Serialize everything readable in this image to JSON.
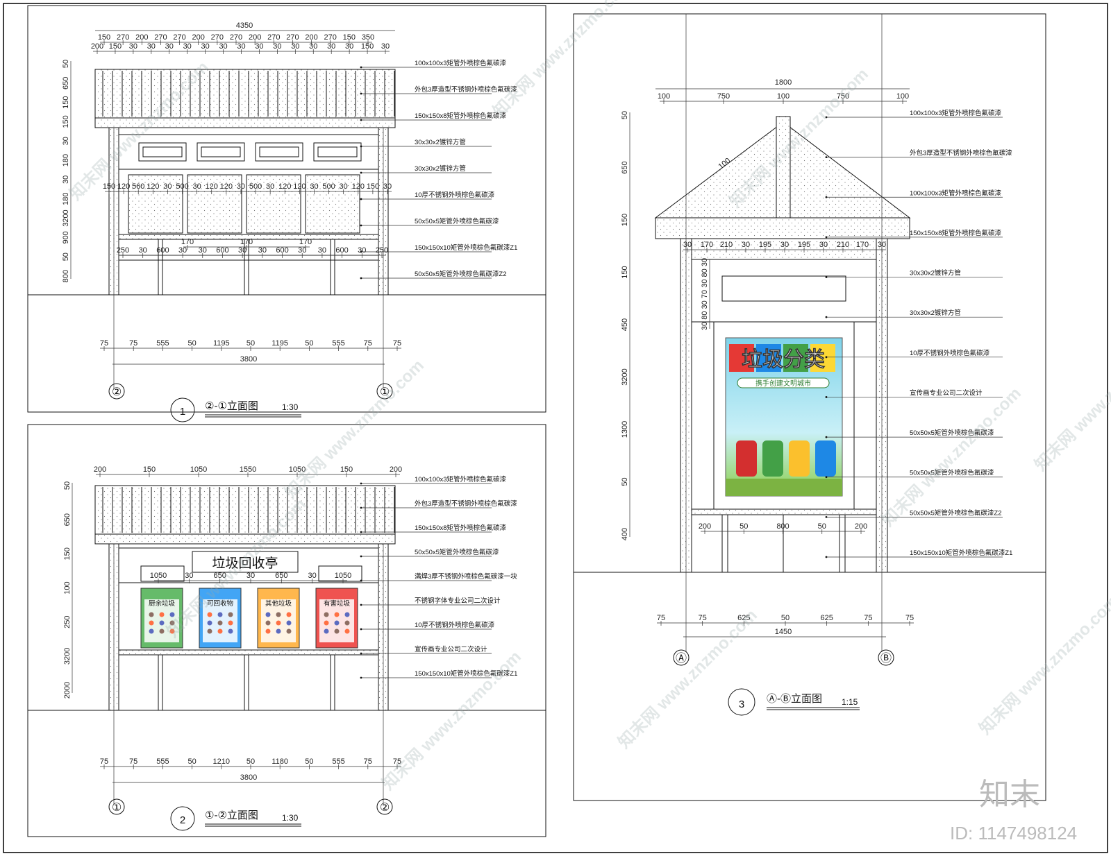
{
  "sheet": {
    "brand": "知末",
    "id_label": "ID: 1147498124",
    "watermark": "知末网 www.znzmo.com"
  },
  "view1": {
    "number": "1",
    "title": "②-①立面图",
    "scale": "1:30",
    "top_overall": "4350",
    "top_row1": [
      "150",
      "270",
      "200",
      "270",
      "270",
      "200",
      "270",
      "270",
      "200",
      "270",
      "270",
      "200",
      "270",
      "150",
      "350"
    ],
    "top_row2": [
      "200",
      "150",
      "30",
      "30",
      "30",
      "30",
      "30",
      "30",
      "30",
      "30",
      "30",
      "30",
      "30",
      "30",
      "30",
      "150",
      "30"
    ],
    "panel_dims": [
      "150",
      "120",
      "560",
      "120",
      "30",
      "500",
      "30",
      "120",
      "120",
      "30",
      "500",
      "30",
      "120",
      "120",
      "30",
      "500",
      "30",
      "120",
      "150",
      "30"
    ],
    "lower_dims": [
      "250",
      "30",
      "600",
      "30",
      "30",
      "600",
      "30",
      "30",
      "600",
      "30",
      "30",
      "600",
      "30",
      "250"
    ],
    "lower_170": [
      "170",
      "170",
      "170"
    ],
    "bottom_dims": [
      "75",
      "75",
      "555",
      "50",
      "1195",
      "50",
      "1195",
      "50",
      "555",
      "75",
      "75"
    ],
    "overall": "3800",
    "axis_left": "②",
    "axis_right": "①",
    "vert_dims": [
      "50",
      "650",
      "150",
      "150",
      "30",
      "180",
      "30",
      "180",
      "3200",
      "900",
      "50",
      "800"
    ],
    "notes": [
      "100x100x3矩管外喷棕色氟碳漆",
      "外包3厚造型不锈钢外喷棕色氟碳漆",
      "150x150x8矩管外喷棕色氟碳漆",
      "30x30x2镀锌方管",
      "30x30x2镀锌方管",
      "10厚不锈钢外喷棕色氟碳漆",
      "50x50x5矩管外喷棕色氟碳漆",
      "150x150x10矩管外喷棕色氟碳漆Z1",
      "50x50x5矩管外喷棕色氟碳漆Z2"
    ]
  },
  "view2": {
    "number": "2",
    "title": "①-②立面图",
    "scale": "1:30",
    "top_dims": [
      "200",
      "150",
      "1050",
      "1550",
      "1050",
      "150",
      "200"
    ],
    "sign_text": "垃圾回收亭",
    "board_dims": [
      "1050",
      "30",
      "650",
      "30",
      "650",
      "30",
      "1050"
    ],
    "posters": [
      "厨余垃圾",
      "可回收物",
      "其他垃圾",
      "有害垃圾"
    ],
    "bottom_dims": [
      "75",
      "75",
      "555",
      "50",
      "1210",
      "50",
      "1180",
      "50",
      "555",
      "75",
      "75"
    ],
    "overall": "3800",
    "axis_left": "①",
    "axis_right": "②",
    "vert_dims": [
      "50",
      "650",
      "150",
      "100",
      "250",
      "3200",
      "2000"
    ],
    "notes": [
      "100x100x3矩管外喷棕色氟碳漆",
      "外包3厚造型不锈钢外喷棕色氟碳漆",
      "150x150x8矩管外喷棕色氟碳漆",
      "50x50x5矩管外喷棕色氟碳漆",
      "满焊3厚不锈钢外喷棕色氟碳漆一块",
      "不锈钢字体专业公司二次设计",
      "10厚不锈钢外喷棕色氟碳漆",
      "宣传画专业公司二次设计",
      "150x150x10矩管外喷棕色氟碳漆Z1"
    ]
  },
  "view3": {
    "number": "3",
    "title": "Ⓐ-Ⓑ立面图",
    "scale": "1:15",
    "top_overall": "1800",
    "top_dims": [
      "100",
      "750",
      "100",
      "750",
      "100"
    ],
    "roof_label": "100",
    "panel_dims": [
      "30",
      "170",
      "210",
      "30",
      "195",
      "30",
      "195",
      "30",
      "210",
      "170",
      "30"
    ],
    "sign_vdims": [
      "30",
      "80",
      "30",
      "70",
      "30",
      "80",
      "30"
    ],
    "base_dims": [
      "200",
      "50",
      "800",
      "50",
      "200"
    ],
    "bottom_dims": [
      "75",
      "75",
      "625",
      "50",
      "625",
      "75",
      "75"
    ],
    "overall": "1450",
    "axis_left": "Ⓐ",
    "axis_right": "Ⓑ",
    "vert_dims": [
      "50",
      "650",
      "150",
      "150",
      "450",
      "3200",
      "1300",
      "50",
      "400"
    ],
    "poster_title": "垃圾分类",
    "poster_sub": "携手创建文明城市",
    "notes": [
      "100x100x3矩管外喷棕色氟碳漆",
      "外包3厚造型不锈钢外喷棕色氟碳漆",
      "100x100x3矩管外喷棕色氟碳漆",
      "150x150x8矩管外喷棕色氟碳漆",
      "30x30x2镀锌方管",
      "30x30x2镀锌方管",
      "10厚不锈钢外喷棕色氟碳漆",
      "宣传画专业公司二次设计",
      "50x50x5矩管外喷棕色氟碳漆",
      "50x50x5矩管外喷棕色氟碳漆",
      "50x50x5矩管外喷棕色氟碳漆Z2",
      "150x150x10矩管外喷棕色氟碳漆Z1"
    ]
  }
}
